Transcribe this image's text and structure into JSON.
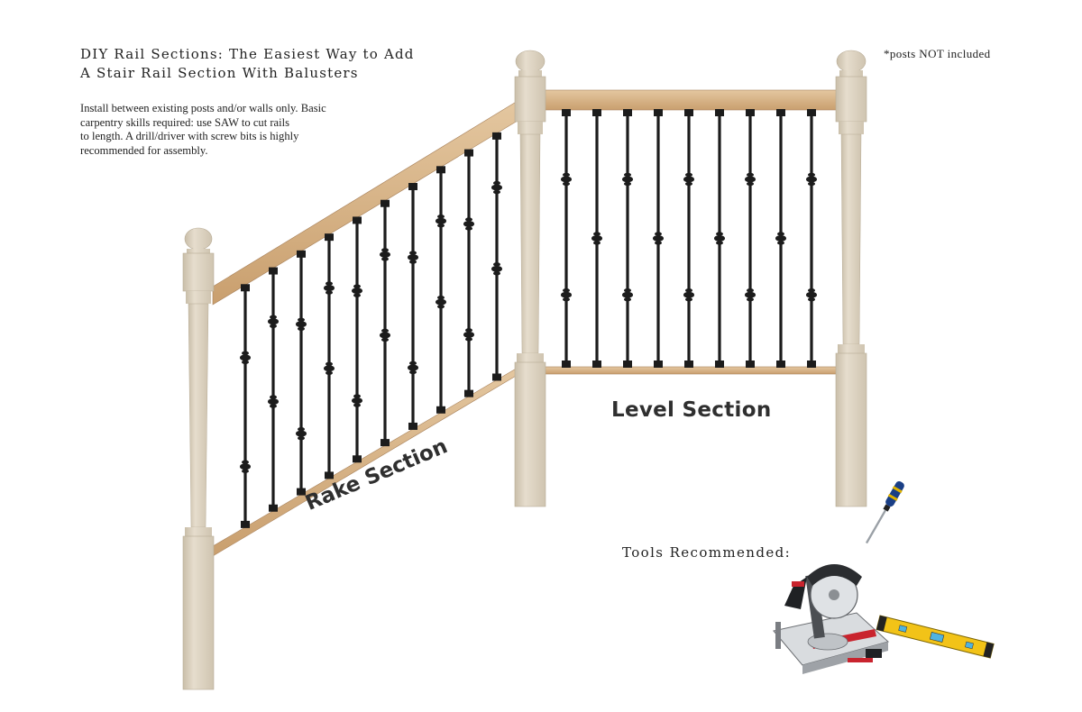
{
  "heading": {
    "line1": "DIY Rail Sections: The Easiest Way to Add",
    "line2": "A Stair Rail Section With Balusters"
  },
  "intro": {
    "line1": "Install between existing posts and/or walls only. Basic",
    "line2": "carpentry skills required: use SAW to cut rails",
    "line3": "to length. A drill/driver with screw bits is highly",
    "line4": "recommended for assembly."
  },
  "note": "*posts NOT included",
  "labels": {
    "level": "Level Section",
    "rake": "Rake Section",
    "tools": "Tools Recommended:"
  },
  "tools": [
    "screwdriver-icon",
    "miter-saw-icon",
    "spirit-level-icon"
  ],
  "colors": {
    "post": "#ddd3c2",
    "rail": "#d7b48b",
    "baluster": "#1c1c1c",
    "text": "#222222"
  }
}
